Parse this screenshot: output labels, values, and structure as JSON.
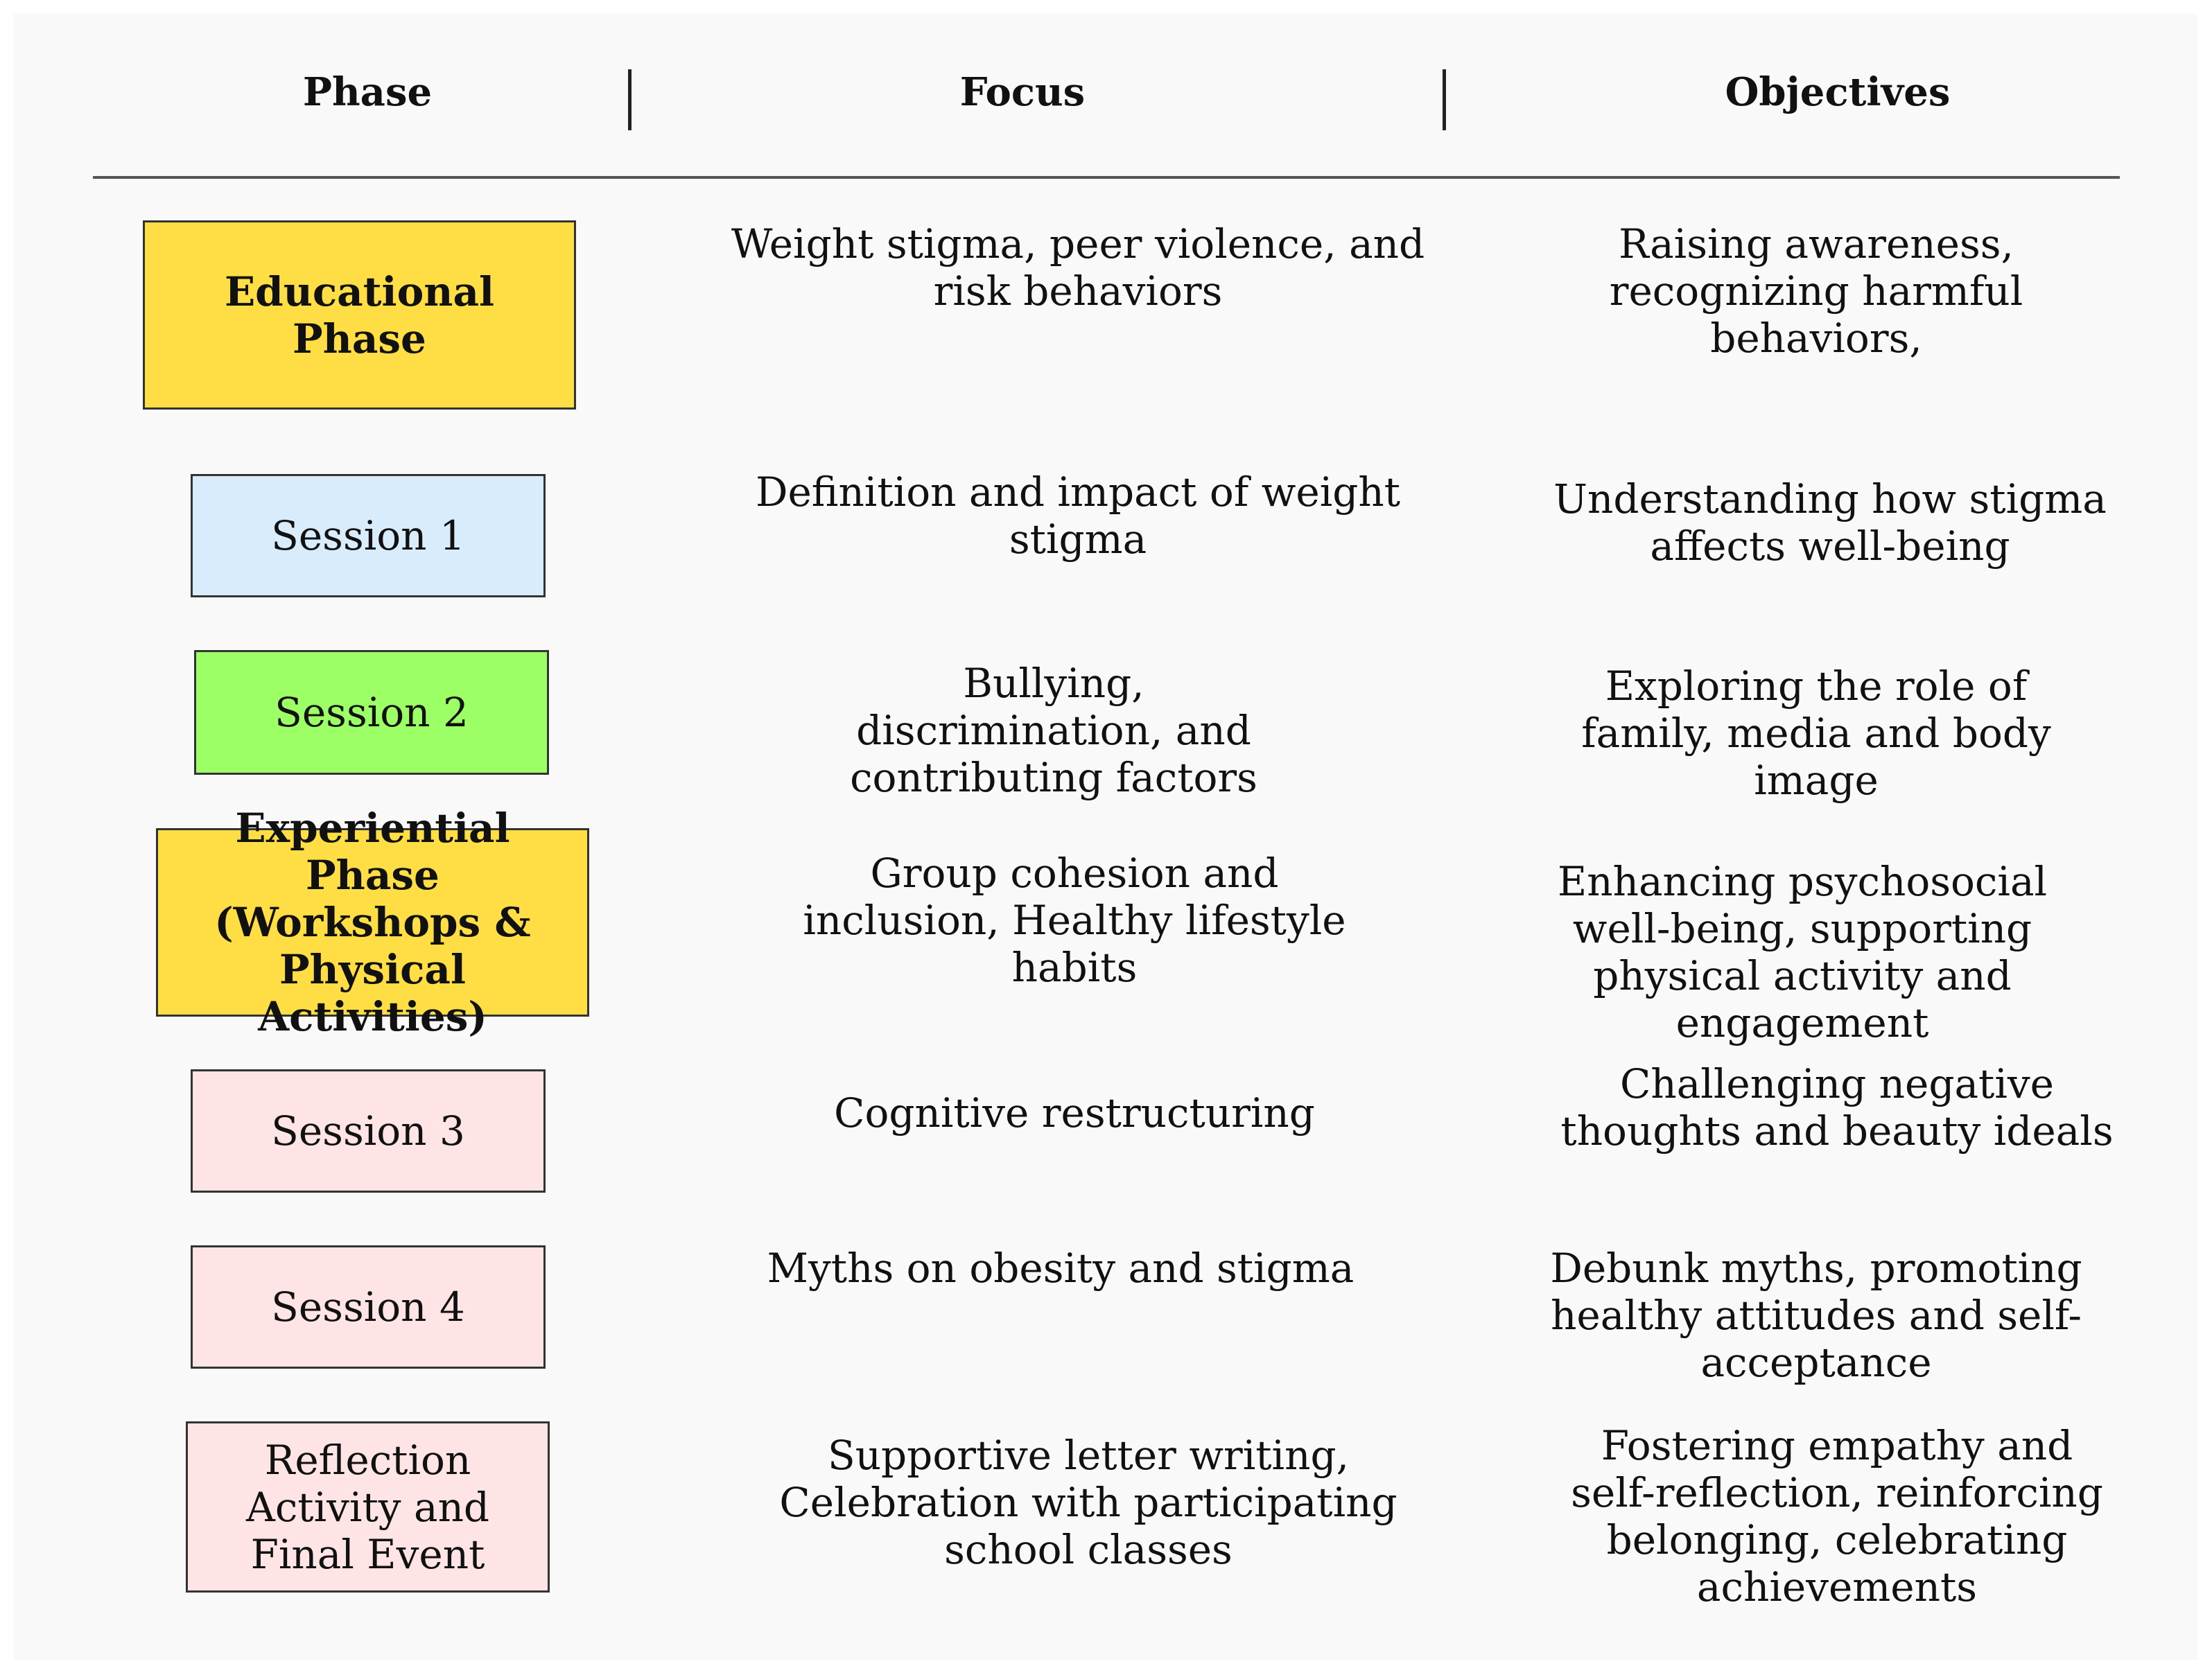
{
  "colors": {
    "panel_background": "#f9f9f9",
    "phase_fill": "#ffdd44",
    "session1_fill": "#d9ecfb",
    "session2_fill": "#9dff66",
    "pink_fill": "#ffe4e6",
    "border": "#333333"
  },
  "headers": {
    "phase": "Phase",
    "focus": "Focus",
    "objectives": "Objectives"
  },
  "rows": [
    {
      "label": "Educational Phase",
      "focus": "Weight stigma, peer violence, and risk behaviors",
      "objectives": "Raising awareness, recognizing harmful behaviors,"
    },
    {
      "label": "Session 1",
      "focus": "Definition and impact of weight stigma",
      "objectives": "Understanding  how stigma affects well-being"
    },
    {
      "label": "Session 2",
      "focus": "Bullying, discrimination, and contributing factors",
      "objectives": "Exploring the role of family, media and body image"
    },
    {
      "label": "Experiential Phase (Workshops & Physical Activities)",
      "focus": "Group cohesion and inclusion, Healthy lifestyle habits",
      "objectives": "Enhancing psychosocial well-being, supporting physical activity and engagement"
    },
    {
      "label": "Session 3",
      "focus": "Cognitive restructuring",
      "objectives": "Challenging negative thoughts and beauty ideals"
    },
    {
      "label": "Session 4",
      "focus": "Myths on obesity and stigma",
      "objectives": "Debunk myths, promoting healthy attitudes and self-acceptance"
    },
    {
      "label": "Reflection Activity and Final Event",
      "focus": "Supportive letter writing, Celebration with participating school classes",
      "objectives": "Fostering empathy and self-reflection, reinforcing belonging, celebrating achievements"
    }
  ]
}
